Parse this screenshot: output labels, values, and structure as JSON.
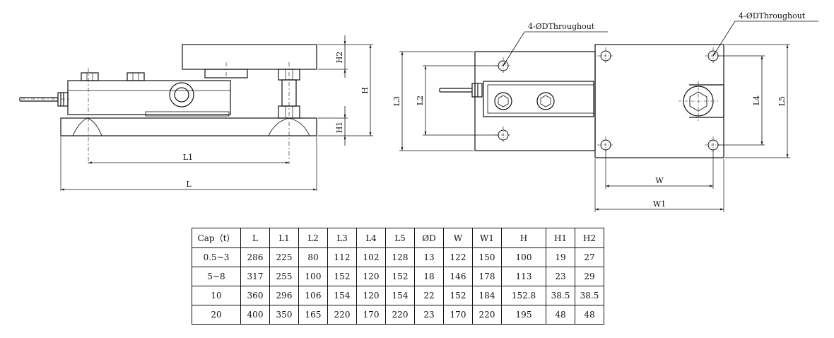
{
  "side_view": {
    "dims": {
      "L": "L",
      "L1": "L1",
      "H": "H",
      "H1": "H1",
      "H2": "H2"
    }
  },
  "top_view": {
    "hole_note_left": "4-ØDThroughout",
    "hole_note_right": "4-ØDThroughout",
    "dims": {
      "L2": "L2",
      "L3": "L3",
      "L4": "L4",
      "L5": "L5",
      "W": "W",
      "W1": "W1"
    }
  },
  "spec_table": {
    "headers": [
      "Cap（t）",
      "L",
      "L1",
      "L2",
      "L3",
      "L4",
      "L5",
      "ØD",
      "W",
      "W1",
      "H",
      "H1",
      "H2"
    ],
    "rows": [
      [
        "0.5~3",
        "286",
        "225",
        "80",
        "112",
        "102",
        "128",
        "13",
        "122",
        "150",
        "100",
        "19",
        "27"
      ],
      [
        "5~8",
        "317",
        "255",
        "100",
        "152",
        "120",
        "152",
        "18",
        "146",
        "178",
        "113",
        "23",
        "29"
      ],
      [
        "10",
        "360",
        "296",
        "106",
        "154",
        "120",
        "154",
        "22",
        "152",
        "184",
        "152.8",
        "38.5",
        "38.5"
      ],
      [
        "20",
        "400",
        "350",
        "165",
        "220",
        "170",
        "220",
        "23",
        "170",
        "220",
        "195",
        "48",
        "48"
      ]
    ]
  }
}
